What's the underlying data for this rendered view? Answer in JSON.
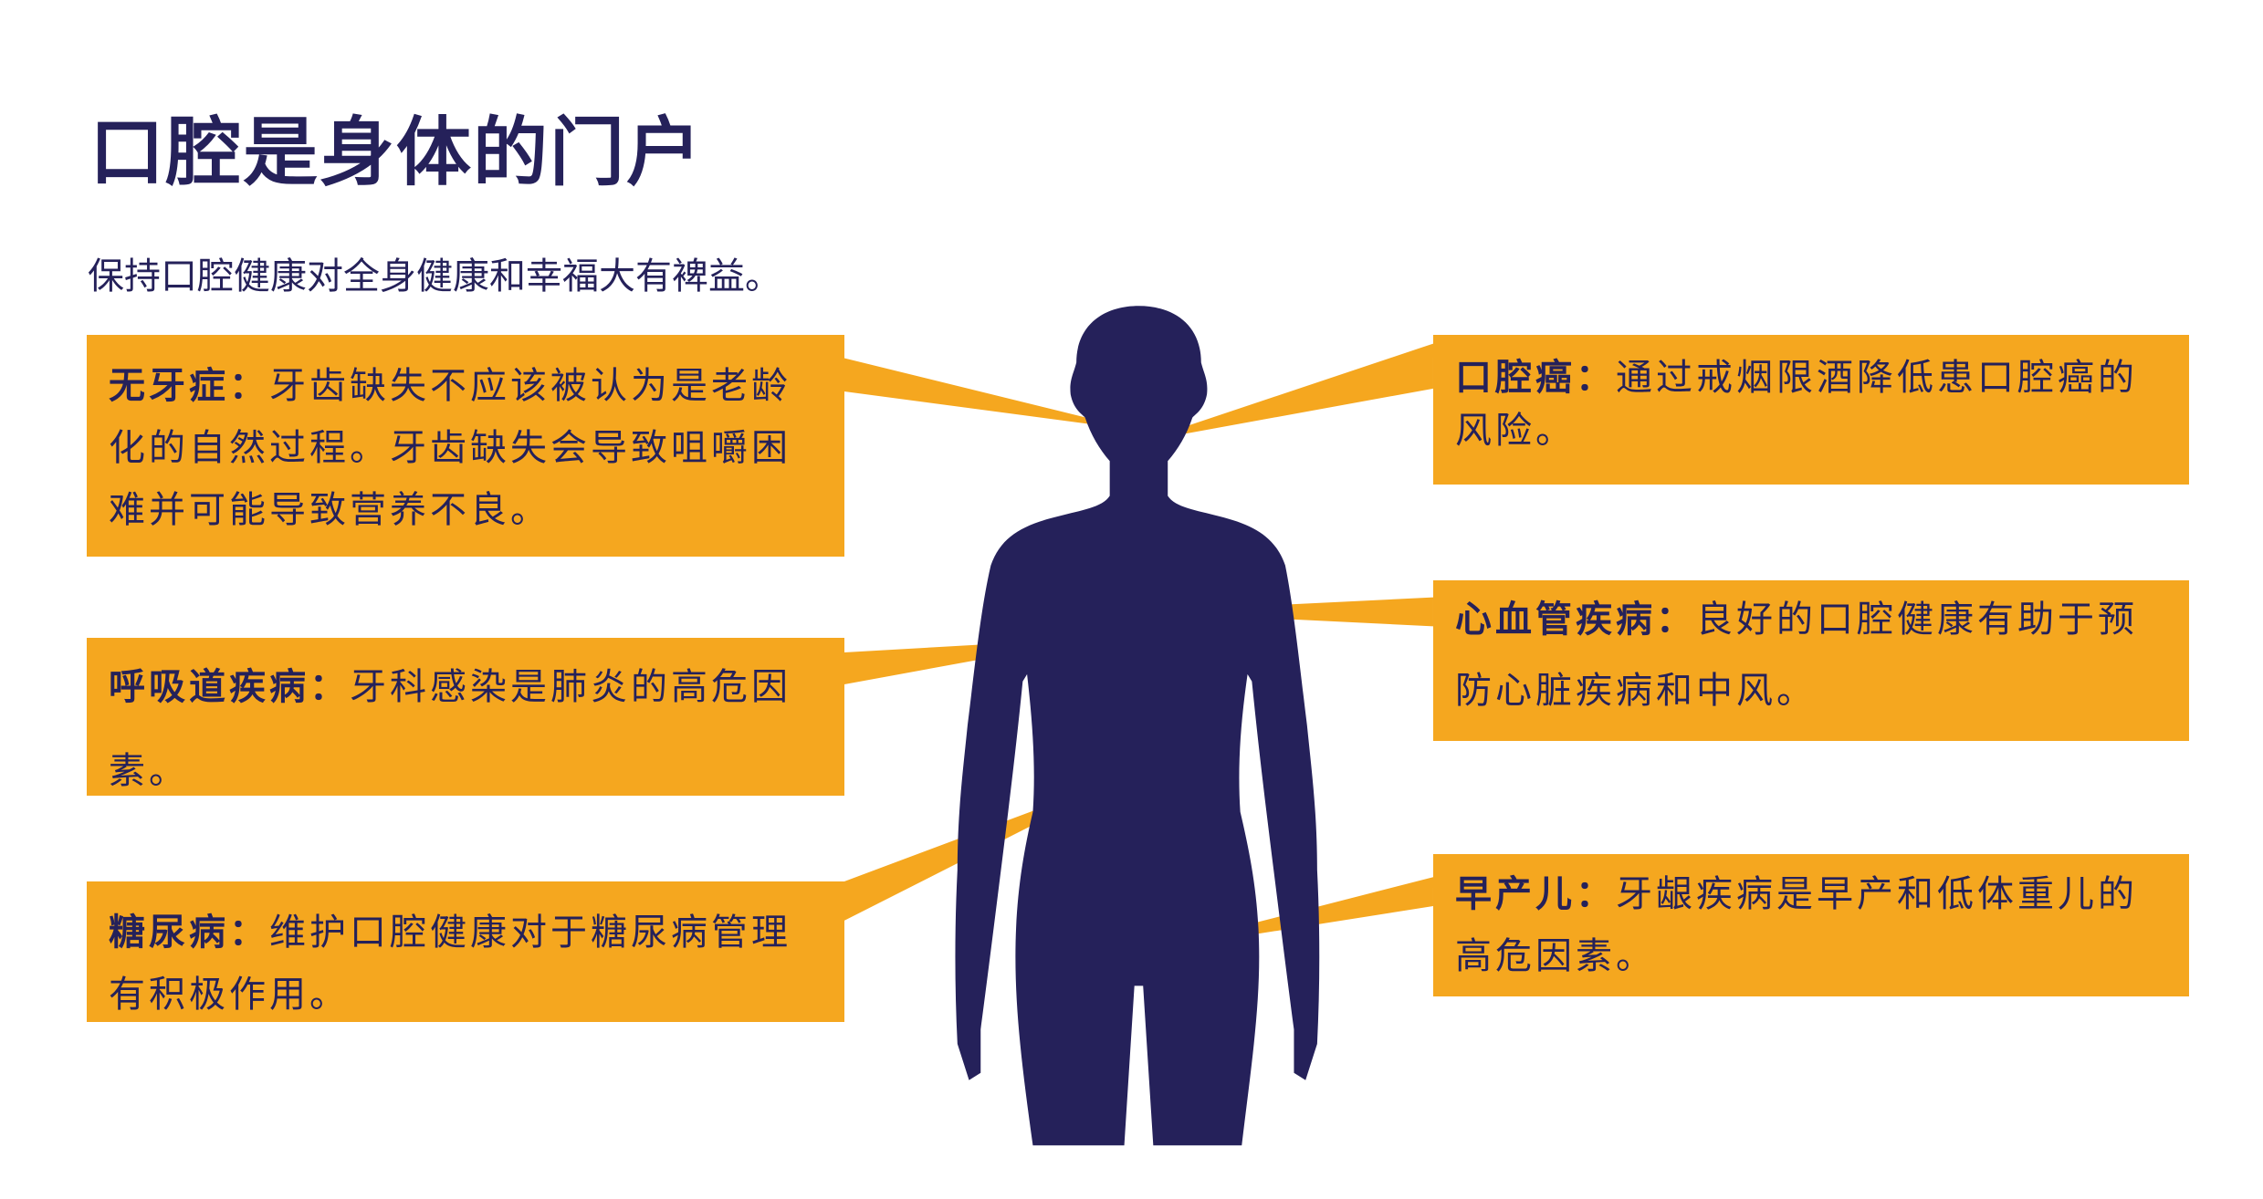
{
  "title": "口腔是身体的门户",
  "subtitle": "保持口腔健康对全身健康和幸福大有裨益。",
  "colors": {
    "accent": "#f5a71f",
    "text": "#25215a",
    "silhouette": "#25215a"
  },
  "callouts": [
    {
      "term": "无牙症：",
      "text": "牙齿缺失不应该被认为是老龄化的自然过程。牙齿缺失会导致咀嚼困难并可能导致营养不良。"
    },
    {
      "term": "呼吸道疾病：",
      "text": "牙科感染是肺炎的高危因素。"
    },
    {
      "term": "糖尿病：",
      "text": "维护口腔健康对于糖尿病管理有积极作用。"
    },
    {
      "term": "口腔癌：",
      "text": "通过戒烟限酒降低患口腔癌的风险。"
    },
    {
      "term": "心血管疾病：",
      "text": "良好的口腔健康有助于预防心脏疾病和中风。"
    },
    {
      "term": "早产儿：",
      "text": "牙龈疾病是早产和低体重儿的高危因素。"
    }
  ]
}
